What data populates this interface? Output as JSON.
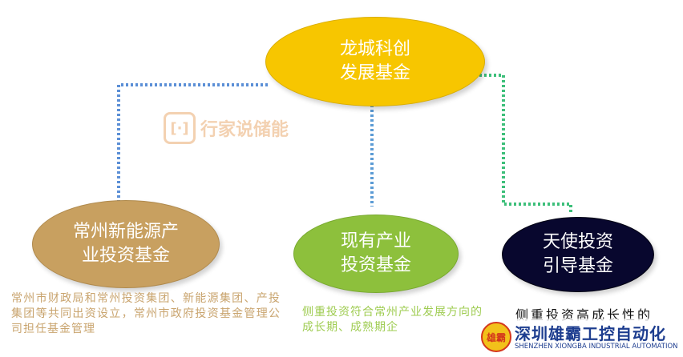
{
  "nodes": {
    "top": {
      "line1": "龙城科创",
      "line2": "发展基金",
      "color": "#f7c600"
    },
    "left": {
      "line1": "常州新能源产",
      "line2": "业投资基金",
      "color": "#c8a060"
    },
    "middle": {
      "line1": "现有产业",
      "line2": "投资基金",
      "color": "#8dc03c"
    },
    "right": {
      "line1": "天使投资",
      "line2": "引导基金",
      "color": "#08072e"
    }
  },
  "captions": {
    "left": "常州市财政局和常州投资集团、新能源集团、产投集团等共同出资设立，常州市政府投资基金管理公司担任基金管理",
    "middle": "侧重投资符合常州产业发展方向的成长期、成熟期企",
    "right": "侧重投资高成长性的"
  },
  "connector_colors": {
    "left": "#5b8fd6",
    "middle": "#5b9bd5",
    "right": "#3dbf7a"
  },
  "watermark": {
    "icon_text": "[·]",
    "text": "行家说储能"
  },
  "logo": {
    "badge_text": "雄霸",
    "main": "深圳雄霸工控自动化",
    "sub": "SHENZHEN XIONGBA INDUSTRIAL AUTOMATION"
  }
}
